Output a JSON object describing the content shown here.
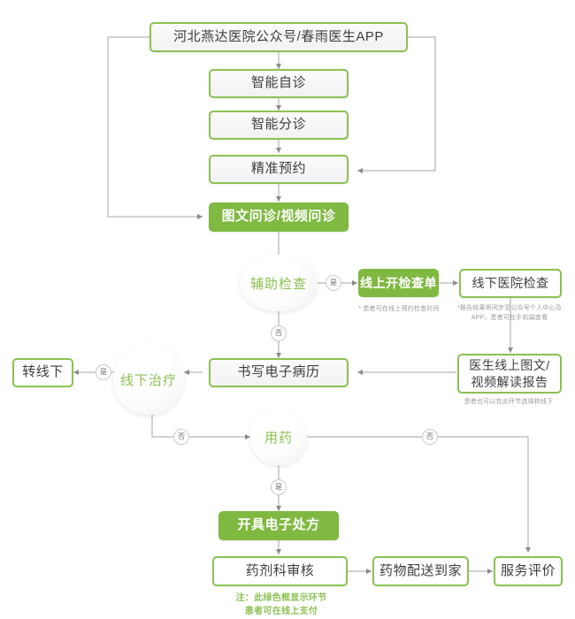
{
  "diagram": {
    "title_node": {
      "label": "河北燕达医院公众号/春雨医生APP"
    },
    "nodes": [
      {
        "id": "self-diagnosis",
        "label": "智能自诊"
      },
      {
        "id": "triage",
        "label": "智能分诊"
      },
      {
        "id": "appointment",
        "label": "精准预约"
      },
      {
        "id": "consultation",
        "label": "图文问诊/视频问诊"
      },
      {
        "id": "online-exam-order",
        "label": "线上开检查单"
      },
      {
        "id": "offline-hospital-exam",
        "label": "线下医院检查"
      },
      {
        "id": "doctor-report-reading",
        "label": "医生线上图文/视频解读报告"
      },
      {
        "id": "write-record",
        "label": "书写电子病历"
      },
      {
        "id": "transfer-offline",
        "label": "转线下"
      },
      {
        "id": "e-prescription",
        "label": "开具电子处方"
      },
      {
        "id": "pharmacy-review",
        "label": "药剂科审核"
      },
      {
        "id": "drug-delivery",
        "label": "药物配送到家"
      },
      {
        "id": "service-rating",
        "label": "服务评价"
      }
    ],
    "decisions": [
      {
        "id": "auxiliary-exam",
        "label": "辅助检查"
      },
      {
        "id": "offline-treatment",
        "label": "线下治疗"
      },
      {
        "id": "medication",
        "label": "用药"
      }
    ],
    "edge_labels": {
      "yes": "是",
      "no": "否"
    },
    "annotations": [
      {
        "id": "exam-time-note",
        "text": "* 患者可在线上预约检查时间"
      },
      {
        "id": "report-sync-note",
        "text": "*报告结果将同步至公众号个人中心及APP，患者可在手机端查看"
      },
      {
        "id": "transfer-offline-note",
        "text": "患者也可以在此环节选择转线下"
      }
    ],
    "footnote": {
      "line1": "注：此绿色框显示环节",
      "line2": "患者可在线上支付"
    },
    "colors": {
      "green": "#7fb941",
      "green_border": "#8cc152",
      "line": "#a6a6a6",
      "text": "#3d3d3d",
      "annot": "#9a9a9a"
    }
  }
}
